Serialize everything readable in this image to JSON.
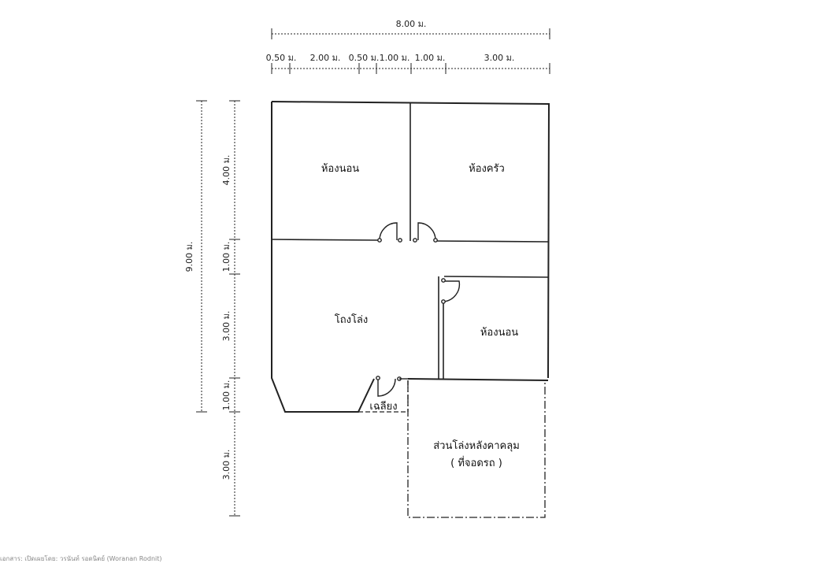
{
  "dimensions": {
    "total_width": "8.00 ม.",
    "segments": [
      "0.50 ม.",
      "2.00 ม.",
      "0.50 ม.",
      "1.00 ม.",
      "1.00 ม.",
      "3.00 ม."
    ],
    "total_depth": "9.00 ม.",
    "depth_segments": [
      "4.00 ม.",
      "1.00 ม.",
      "3.00 ม.",
      "1.00 ม.",
      "3.00 ม."
    ]
  },
  "rooms": {
    "bedroom_1": "ห้องนอน",
    "kitchen": "ห้องครัว",
    "hall": "โถงโล่ง",
    "bedroom_2": "ห้องนอน",
    "eave": "เฉลียง",
    "carport_line1": "ส่วนโล่งหลังคาคลุม",
    "carport_line2": "( ที่จอดรถ )"
  },
  "footer": {
    "credit": "เอกสาร: เปิดเผยโดย: วรนันท์ รอดนิตย์ (Woranan Rodnit)"
  }
}
